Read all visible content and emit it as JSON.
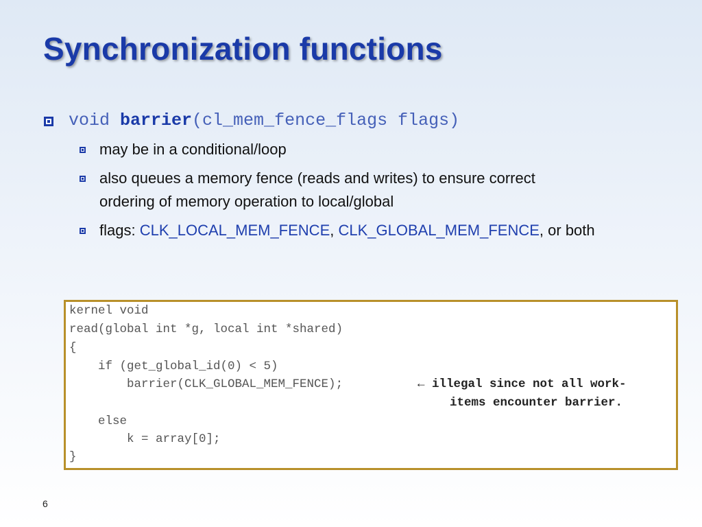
{
  "slide": {
    "title": "Synchronization functions",
    "page_number": "6"
  },
  "bullet": {
    "signature": {
      "prefix": "void ",
      "function_name": "barrier",
      "params": "(cl_mem_fence_flags flags)"
    },
    "sub_items": [
      {
        "text": "may be in a conditional/loop"
      },
      {
        "line1": "also queues a memory fence (reads and writes) to ensure correct",
        "line2": "ordering of memory operation to local/global"
      },
      {
        "label": "flags: ",
        "const1": "CLK_LOCAL_MEM_FENCE",
        "sep": ", ",
        "const2": "CLK_GLOBAL_MEM_FENCE",
        "suffix": ", or both"
      }
    ]
  },
  "code": {
    "lines": [
      "kernel void",
      "read(global int *g, local int *shared)",
      "{",
      "    if (get_global_id(0) < 5)",
      "        barrier(CLK_GLOBAL_MEM_FENCE);",
      "",
      "    else",
      "        k = array[0];",
      "}"
    ],
    "note_line1": "← illegal since not all work-",
    "note_line2": "items encounter barrier."
  },
  "colors": {
    "title": "#1a3aa8",
    "bullet": "#1a3aa8",
    "code_border": "#b8902a"
  }
}
